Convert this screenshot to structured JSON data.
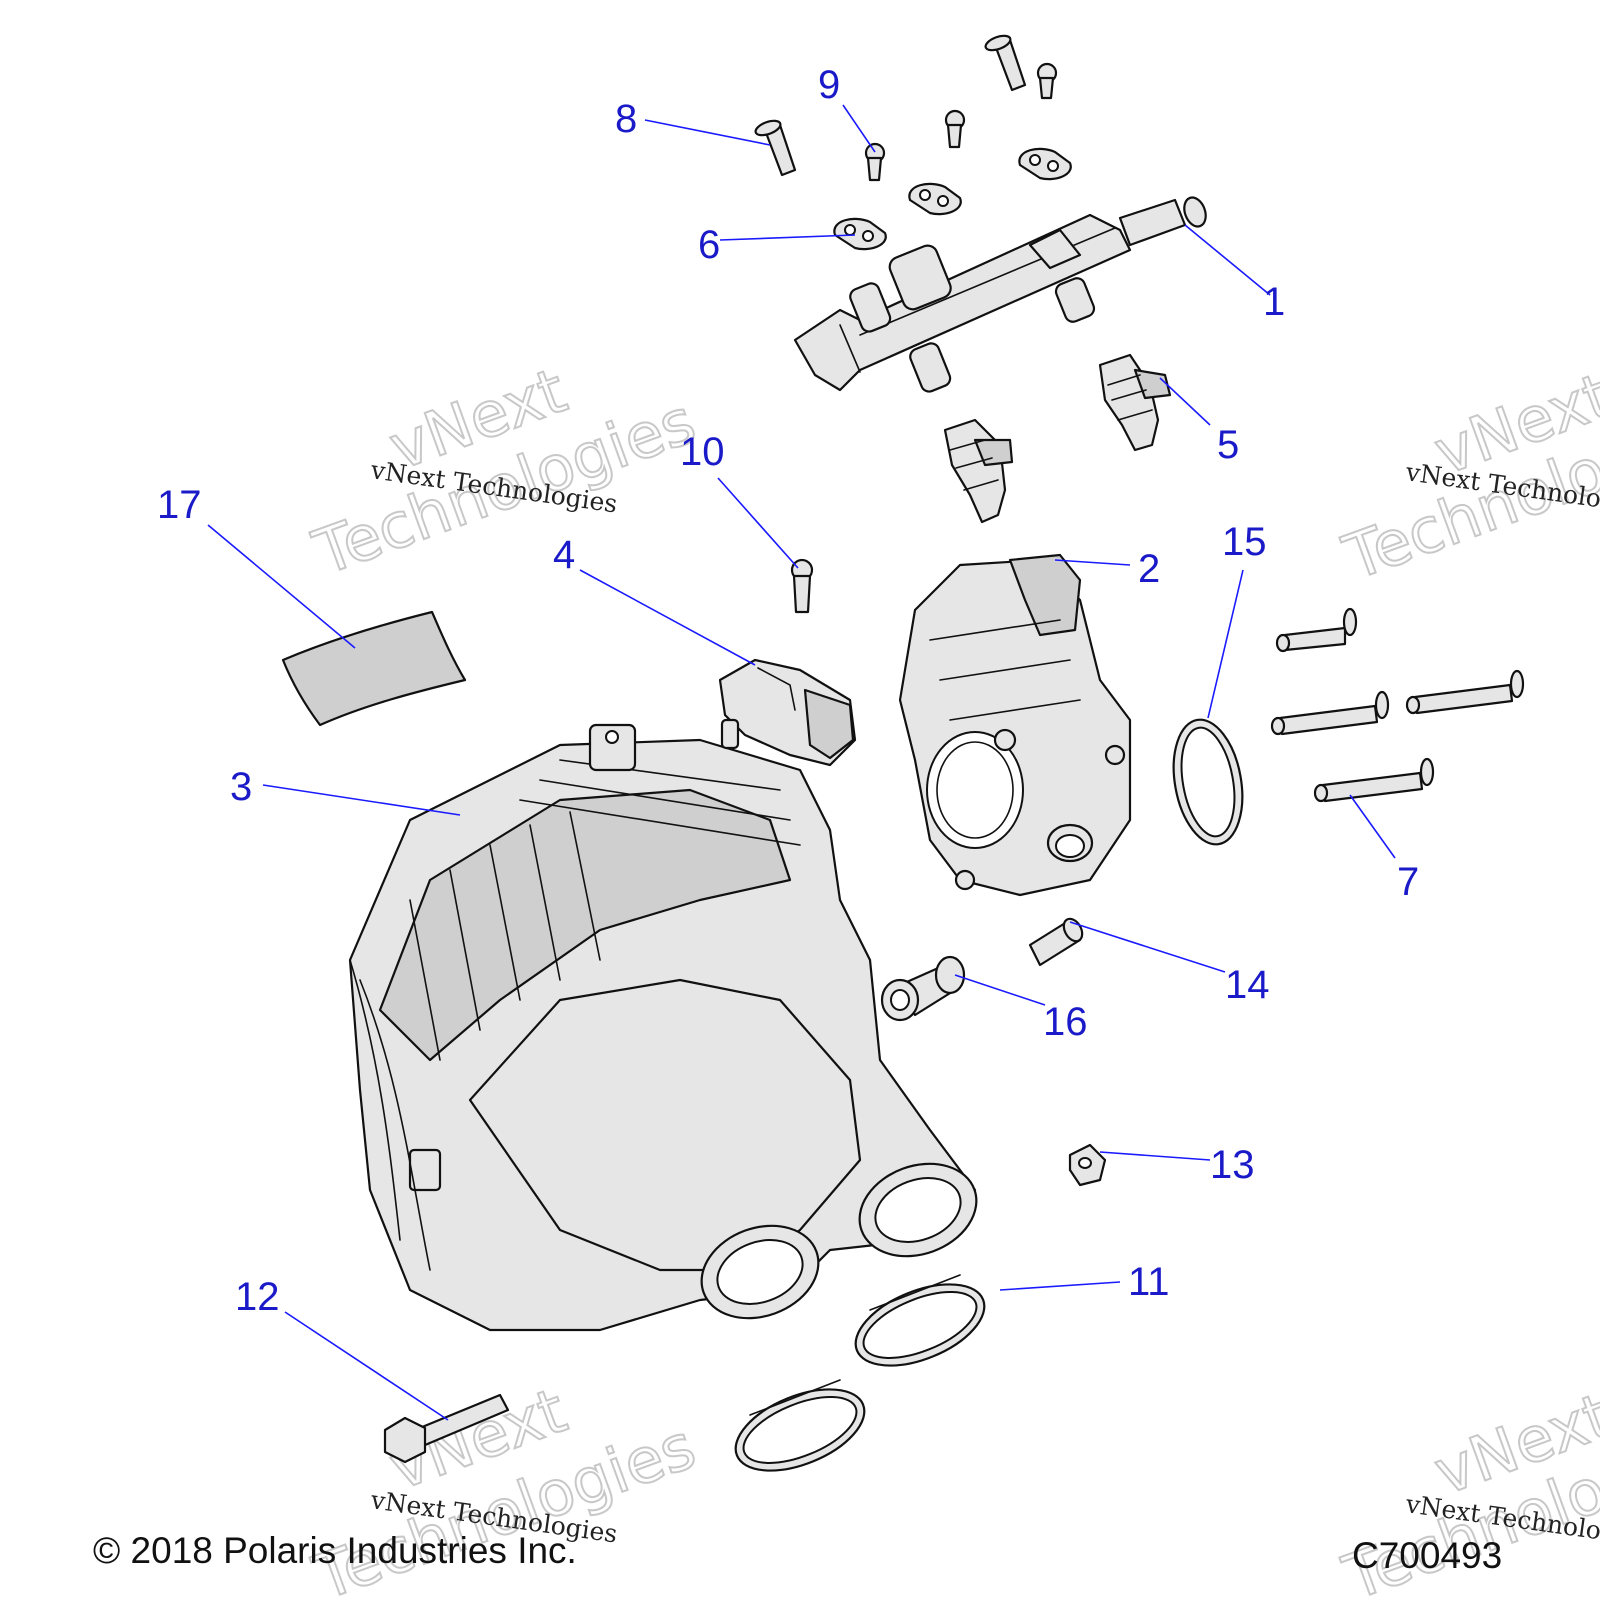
{
  "callouts": [
    "1",
    "2",
    "3",
    "4",
    "5",
    "6",
    "7",
    "8",
    "9",
    "10",
    "11",
    "12",
    "13",
    "14",
    "15",
    "16",
    "17"
  ],
  "watermark": {
    "line_small": "vNext Technologies",
    "line_big_1": "vNext",
    "line_big_2": "Technologies"
  },
  "footer": {
    "copyright": "© 2018 Polaris Industries Inc.",
    "drawing_code": "C700493"
  }
}
